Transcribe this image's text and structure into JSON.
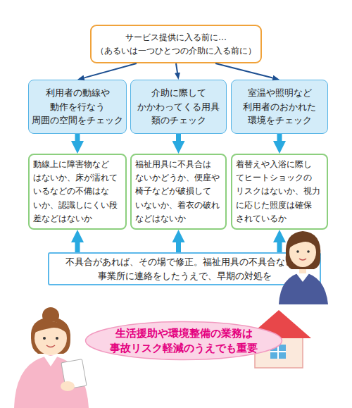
{
  "diagram": {
    "nodes": [
      {
        "text": [
          "サービス提供に入る前に… （あるいは一つひとつの介助に入る前に）"
        ]
      },
      {
        "text": [
          "利用者の動線や 動作を行なう 周囲の空間をチェック"
        ]
      },
      {
        "text": [
          "介助に際して かかわってくる用具 類のチェック"
        ]
      },
      {
        "text": [
          "室温や照明など 利用者のおかれた 環境をチェック"
        ]
      },
      {
        "text": [
          "動線上に障害物など はないか、床が濡れて いるなどの不備はな いか、認識しにくい段 差などはないか"
        ]
      },
      {
        "text": [
          "福祉用具に不具合は ないかどうか、便座や 椅子などが破損して いないか、着衣の破れ などはないか"
        ]
      },
      {
        "text": [
          "着替えや入浴に際し てヒートショックの リスクはないか、視力 に応じた照度は確保 されているか"
        ]
      },
      {
        "text": [
          "不具合があれば、その場で修正。福祉用具の不具合などは 事業所に連絡をしたうえで、早期の対処を"
        ]
      },
      {
        "text": [
          "生活援助や環境整備の業務は 事故リスク軽減のうえでも重要"
        ]
      }
    ],
    "edges": [
      {
        "from": 0,
        "to": 1,
        "arrow": "to"
      },
      {
        "from": 0,
        "to": 2,
        "arrow": "to"
      },
      {
        "from": 0,
        "to": 3,
        "arrow": "to"
      },
      {
        "from": 1,
        "to": 4,
        "arrow": "to"
      },
      {
        "from": 2,
        "to": 5,
        "arrow": "to"
      },
      {
        "from": 3,
        "to": 6,
        "arrow": "to"
      },
      {
        "from": 7,
        "to": 4,
        "arrow": "to"
      },
      {
        "from": 7,
        "to": 5,
        "arrow": "to"
      },
      {
        "from": 7,
        "to": 6,
        "arrow": "to"
      }
    ]
  }
}
